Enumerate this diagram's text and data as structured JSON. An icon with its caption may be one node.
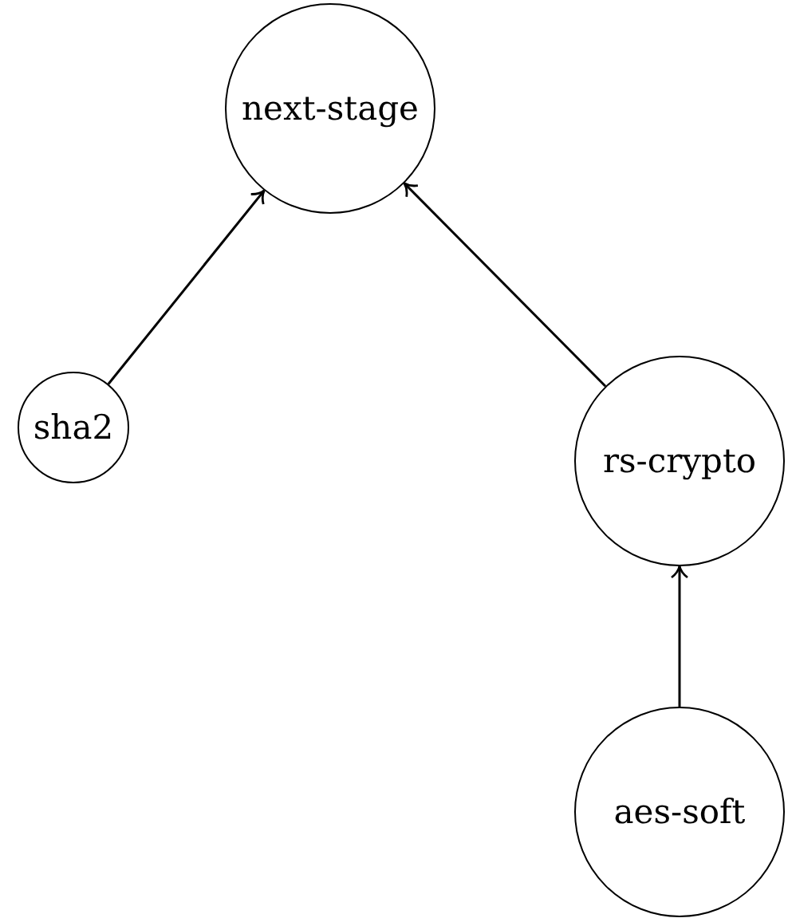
{
  "diagram": {
    "nodes": [
      {
        "text": [
          "next-stage"
        ]
      },
      {
        "text": [
          "sha2"
        ]
      },
      {
        "text": [
          "rs-crypto"
        ]
      },
      {
        "text": [
          "aes-soft"
        ]
      }
    ],
    "edges": [
      {
        "from": 1,
        "to": 0,
        "arrow": "to"
      },
      {
        "from": 2,
        "to": 0,
        "arrow": "to"
      },
      {
        "from": 3,
        "to": 2,
        "arrow": "to"
      }
    ]
  }
}
